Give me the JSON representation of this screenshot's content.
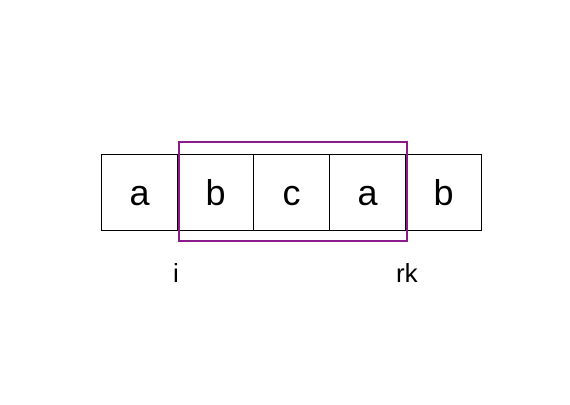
{
  "cells": [
    "a",
    "b",
    "c",
    "a",
    "b"
  ],
  "pointers": {
    "left": "i",
    "right": "rk"
  },
  "colors": {
    "window_border": "#8b1a8b",
    "cell_border": "#000000"
  }
}
